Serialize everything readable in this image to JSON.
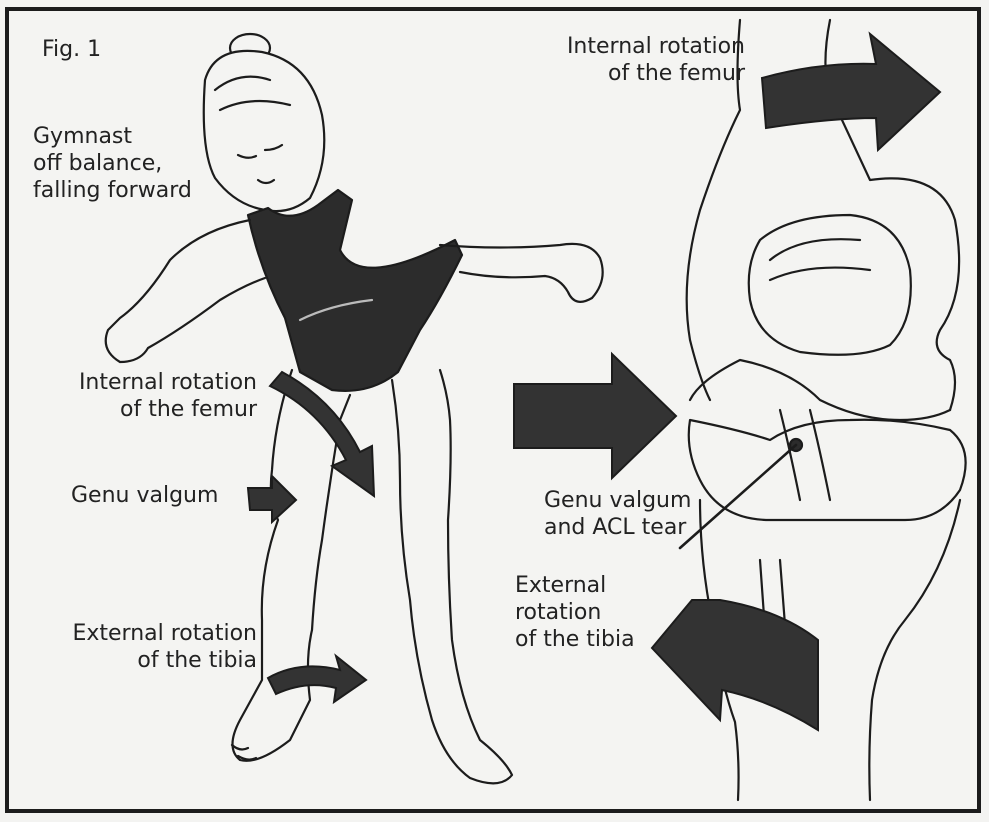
{
  "figure_label": "Fig. 1",
  "labels": {
    "gymnast": [
      "Gymnast",
      "off balance,",
      "falling forward"
    ],
    "left_femur": [
      "Internal rotation",
      "of the femur"
    ],
    "left_valgum": "Genu valgum",
    "left_tibia": [
      "External rotation",
      "of the tibia"
    ],
    "right_femur": [
      "Internal rotation",
      "of the femur"
    ],
    "right_valgum_acl": [
      "Genu valgum",
      "and ACL tear"
    ],
    "right_tibia": [
      "External",
      "rotation",
      "of the tibia"
    ]
  },
  "colors": {
    "ink": "#1c1c1c",
    "arrow_fill": "#333333",
    "paper": "#f4f4f2"
  }
}
